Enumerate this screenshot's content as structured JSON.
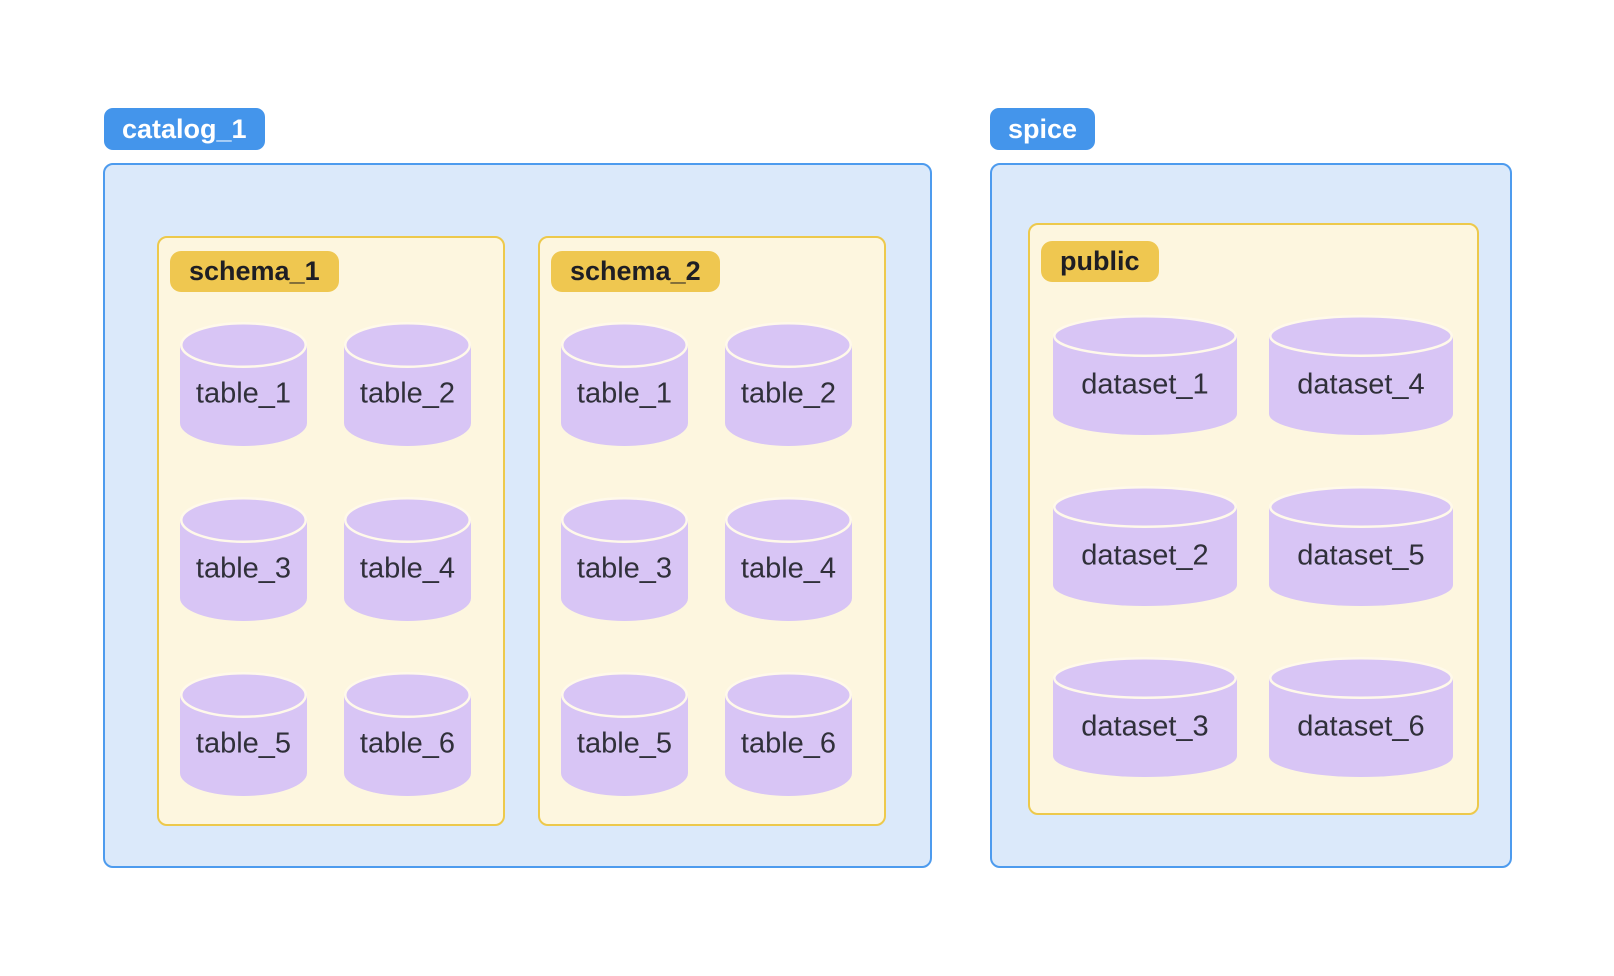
{
  "colors": {
    "badge_blue_bg": "#4495EB",
    "badge_blue_text": "#FFFFFF",
    "container_blue_bg": "#DBE9FA",
    "container_blue_border": "#4D9BEE",
    "box_cream_bg": "#FDF6DF",
    "box_cream_border": "#EDC94B",
    "badge_gold_bg": "#EFC750",
    "badge_gold_text": "#1E1E24",
    "cylinder_fill": "#D8C5F5",
    "cylinder_stroke": "#FFF9EA",
    "cylinder_text": "#30303A"
  },
  "diagram": {
    "catalogs": [
      {
        "label": "catalog_1",
        "schemas": [
          {
            "label": "schema_1",
            "grid": [
              [
                "table_1",
                "table_2"
              ],
              [
                "table_3",
                "table_4"
              ],
              [
                "table_5",
                "table_6"
              ]
            ]
          },
          {
            "label": "schema_2",
            "grid": [
              [
                "table_1",
                "table_2"
              ],
              [
                "table_3",
                "table_4"
              ],
              [
                "table_5",
                "table_6"
              ]
            ]
          }
        ]
      },
      {
        "label": "spice",
        "schemas": [
          {
            "label": "public",
            "grid": [
              [
                "dataset_1",
                "dataset_4"
              ],
              [
                "dataset_2",
                "dataset_5"
              ],
              [
                "dataset_3",
                "dataset_6"
              ]
            ]
          }
        ]
      }
    ]
  }
}
